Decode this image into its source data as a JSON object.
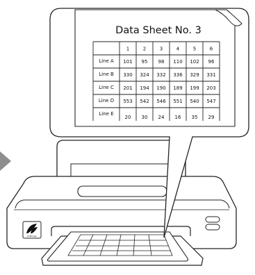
{
  "sheet": {
    "title": "Data Sheet No. 3",
    "columns": [
      "1",
      "2",
      "3",
      "4",
      "5",
      "6"
    ],
    "rows": [
      {
        "label": "Line A",
        "values": [
          "101",
          "95",
          "98",
          "110",
          "102",
          "96"
        ]
      },
      {
        "label": "Line B",
        "values": [
          "330",
          "324",
          "332",
          "336",
          "329",
          "331"
        ]
      },
      {
        "label": "Line C",
        "values": [
          "201",
          "194",
          "190",
          "189",
          "199",
          "203"
        ]
      },
      {
        "label": "Line D",
        "values": [
          "553",
          "542",
          "546",
          "551",
          "540",
          "547"
        ]
      },
      {
        "label": "Line E",
        "values": [
          "20",
          "30",
          "24",
          "16",
          "35",
          "29"
        ]
      }
    ]
  },
  "printer": {
    "logo_text": "PriBridge",
    "logo_icon": "leaf-logo-icon"
  },
  "colors": {
    "arrow": "#8e8e8e",
    "outline": "#222222"
  }
}
